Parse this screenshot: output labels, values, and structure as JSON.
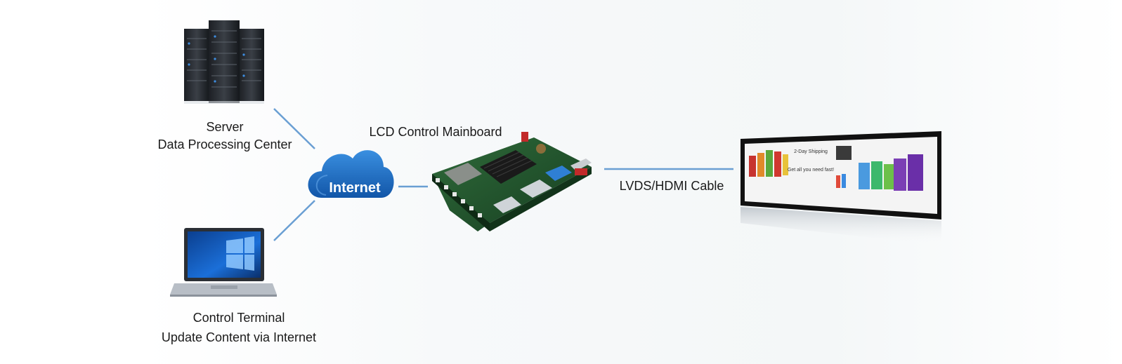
{
  "labels": {
    "server_line1": "Server",
    "server_line2": "Data Processing Center",
    "mainboard": "LCD Control Mainboard",
    "cable": "LVDS/HDMI Cable",
    "terminal_line1": "Control Terminal",
    "terminal_line2": "Update Content via Internet",
    "cloud": "Internet"
  },
  "display_content": {
    "headline": "2-Day Shipping",
    "subline": "Get all you need fast!"
  },
  "colors": {
    "connector": "#6a9fd3",
    "cloud": "#1d6fc0",
    "pcb": "#1f4f2a",
    "bezel": "#111111"
  },
  "icons": [
    "server-rack-icon",
    "laptop-icon",
    "internet-cloud-icon",
    "mainboard-icon",
    "stretched-lcd-icon"
  ]
}
